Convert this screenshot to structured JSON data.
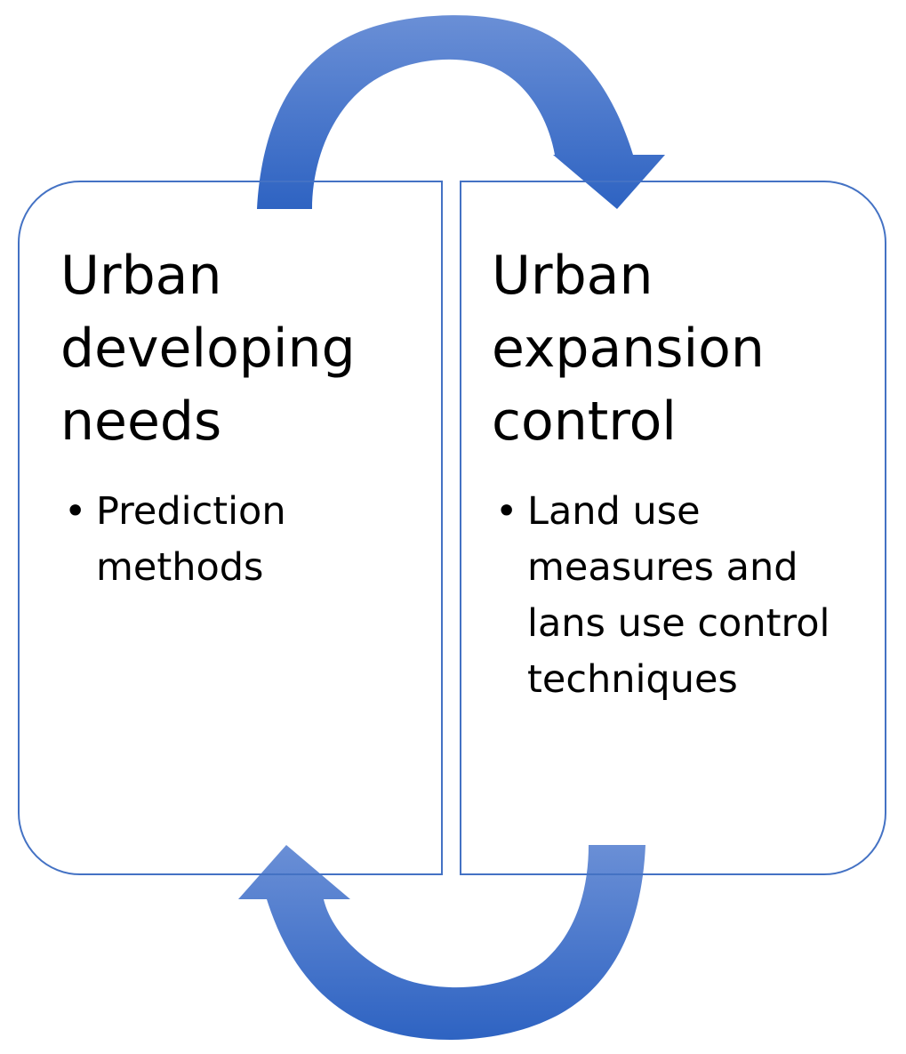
{
  "colors": {
    "box_border": "#4472c4",
    "arrow_light": "#6a8fd6",
    "arrow_dark": "#2e63c2"
  },
  "boxes": [
    {
      "title": "Urban\ndeveloping\nneeds",
      "bullets": [
        "Prediction methods"
      ]
    },
    {
      "title": "Urban\nexpansion\ncontrol",
      "bullets": [
        "Land use measures and lans use control techniques"
      ]
    }
  ],
  "arrows": [
    {
      "from": "box-left",
      "to": "box-right",
      "path": "over-top",
      "icon": "curved-arrow-right-icon"
    },
    {
      "from": "box-right",
      "to": "box-left",
      "path": "under-bottom",
      "icon": "curved-arrow-left-icon"
    }
  ]
}
